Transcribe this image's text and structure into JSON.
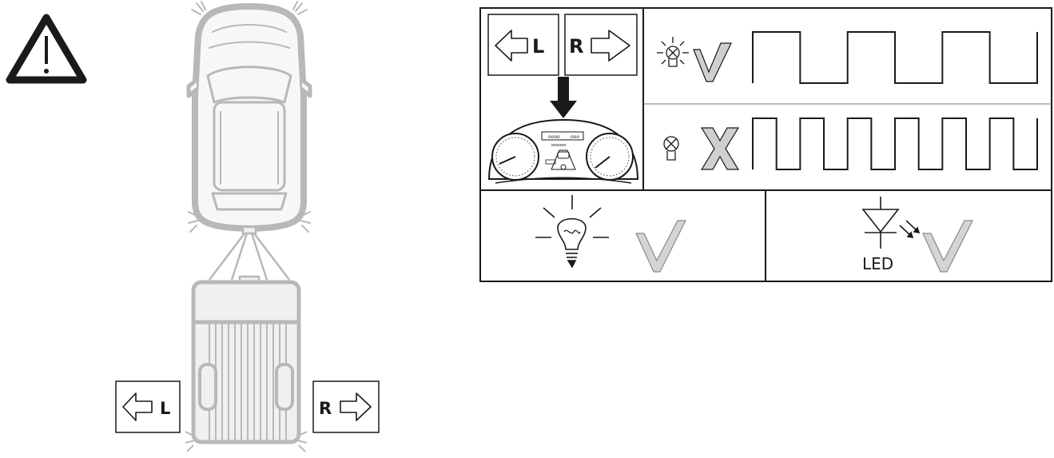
{
  "labels": {
    "left": "L",
    "right": "R",
    "right_short": "R",
    "led": "LED"
  },
  "cluster_text": {
    "display_small": "ooo",
    "display_top": "oooo",
    "display_mid": "oooooo"
  },
  "colors": {
    "line": "#1a1a1a",
    "vehicle": "#b8b8b8",
    "vehicle_fill": "#f0f0f0",
    "check": "#9a9a9a"
  },
  "icons": {
    "warning": "warning-triangle-icon",
    "lamp_ok": "bulb-lit-icon",
    "lamp_fail": "bulb-out-icon",
    "check": "check-mark-icon",
    "cross": "cross-mark-icon",
    "led": "led-diode-icon"
  },
  "signals": {
    "normal_flash": {
      "status": "ok",
      "pulses": 3
    },
    "fast_flash": {
      "status": "fail",
      "pulses": 6
    }
  }
}
